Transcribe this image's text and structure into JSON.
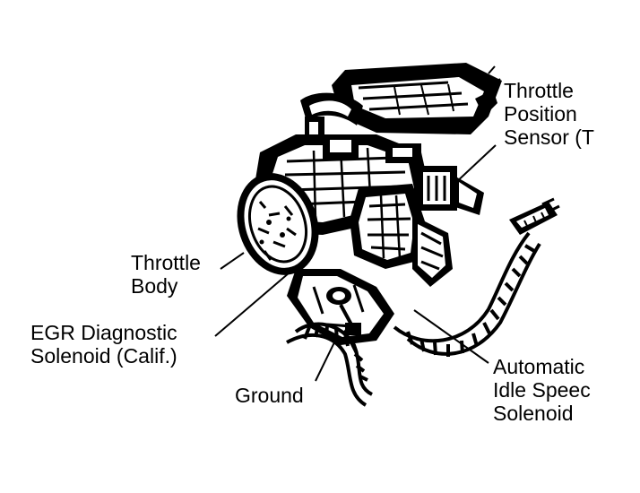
{
  "labels": {
    "tps": [
      "Throttle",
      "Position",
      "Sensor (T"
    ],
    "throttle_body": [
      "Throttle",
      "Body"
    ],
    "egr": [
      "EGR Diagnostic",
      "Solenoid (Calif.)"
    ],
    "ground": [
      "Ground"
    ],
    "aiss": [
      "Automatic",
      "Idle Speec",
      "Solenoid"
    ]
  },
  "colors": {
    "ink": "#000000",
    "paper": "#ffffff"
  }
}
